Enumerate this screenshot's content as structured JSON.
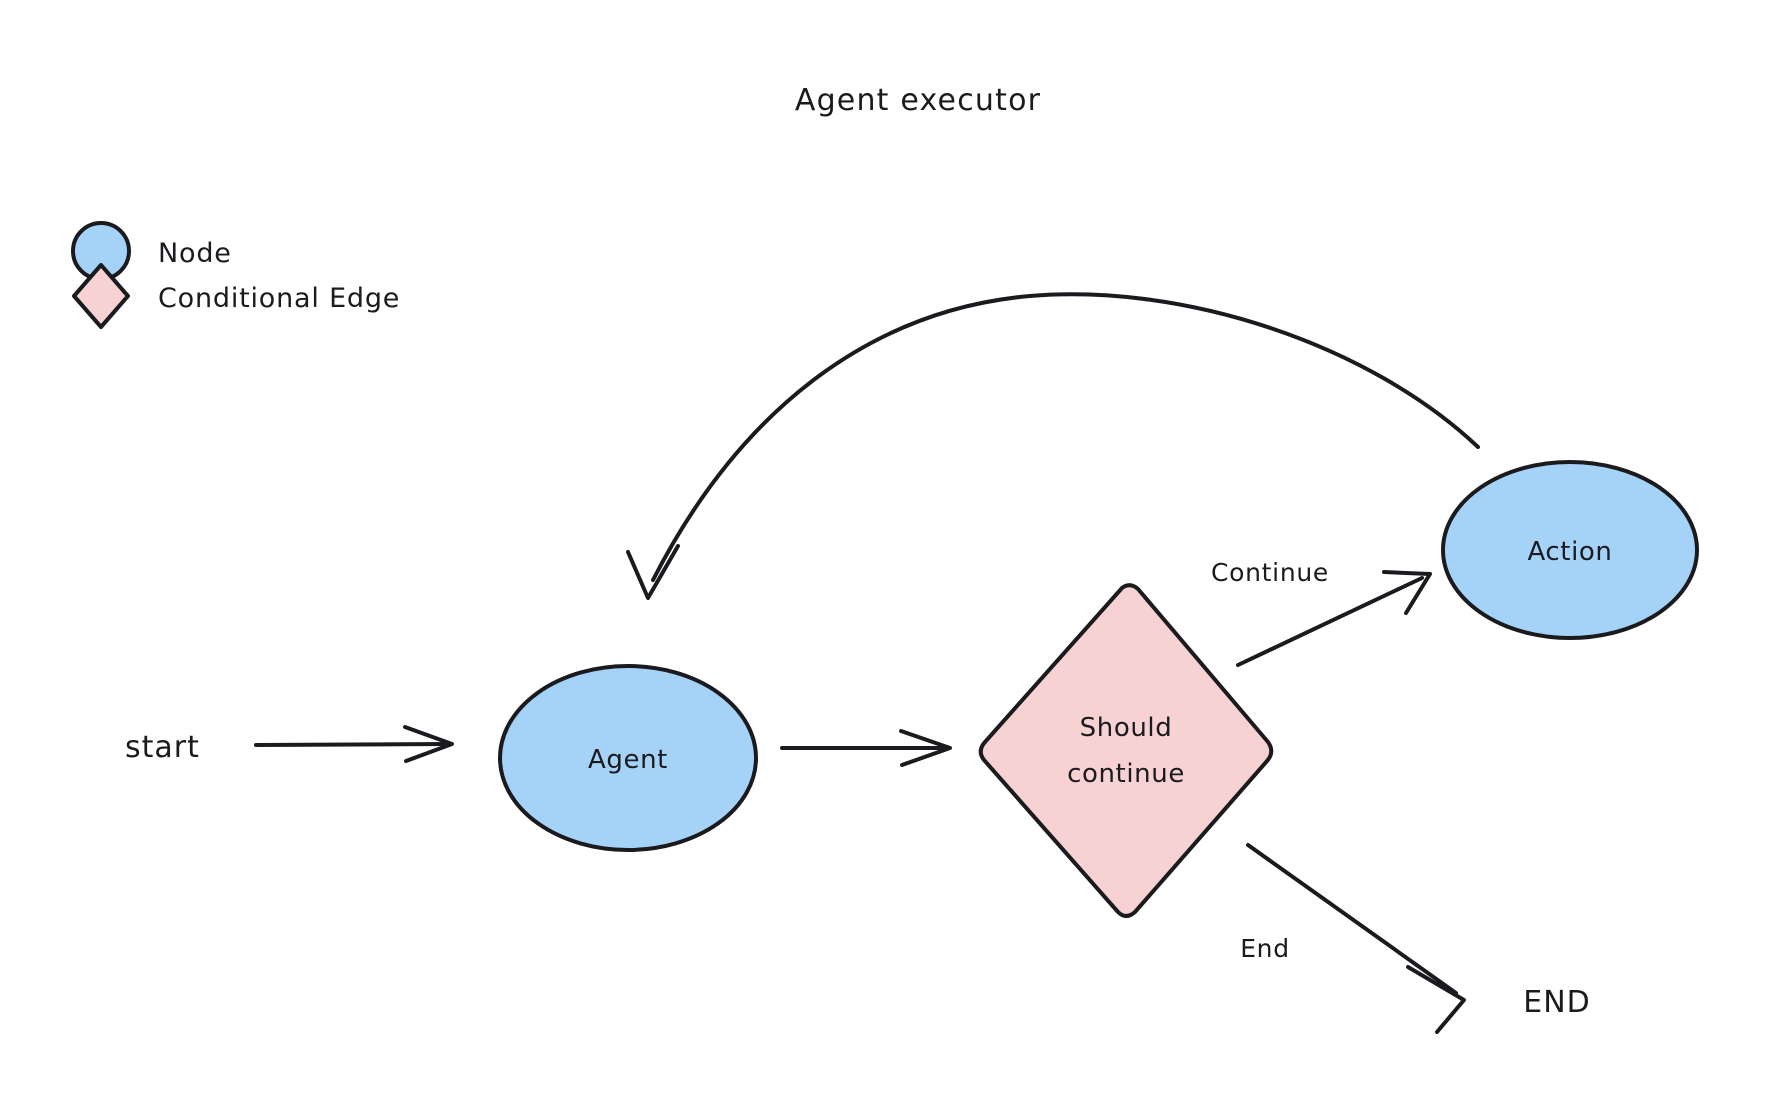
{
  "diagram": {
    "title": "Agent executor",
    "type": "flowchart",
    "background_color": "#ffffff",
    "node_fill_color": "#a5d2f7",
    "conditional_fill_color": "#f7d2d2",
    "stroke_color": "#1b1b1f",
    "legend": {
      "items": [
        {
          "shape": "circle",
          "label": "Node",
          "color": "#a5d2f7"
        },
        {
          "shape": "diamond",
          "label": "Conditional Edge",
          "color": "#f7d2d2"
        }
      ]
    },
    "nodes": [
      {
        "id": "agent",
        "label": "Agent",
        "shape": "ellipse",
        "color": "#a5d2f7"
      },
      {
        "id": "action",
        "label": "Action",
        "shape": "ellipse",
        "color": "#a5d2f7"
      },
      {
        "id": "should_continue",
        "label_line1": "Should",
        "label_line2": "continue",
        "shape": "diamond",
        "color": "#f7d2d2"
      }
    ],
    "terminals": [
      {
        "id": "start",
        "label": "start"
      },
      {
        "id": "end",
        "label": "END"
      }
    ],
    "edges": [
      {
        "from": "start",
        "to": "agent",
        "label": ""
      },
      {
        "from": "agent",
        "to": "should_continue",
        "label": ""
      },
      {
        "from": "should_continue",
        "to": "action",
        "label": "Continue"
      },
      {
        "from": "should_continue",
        "to": "end",
        "label": "End"
      },
      {
        "from": "action",
        "to": "agent",
        "label": ""
      }
    ]
  }
}
